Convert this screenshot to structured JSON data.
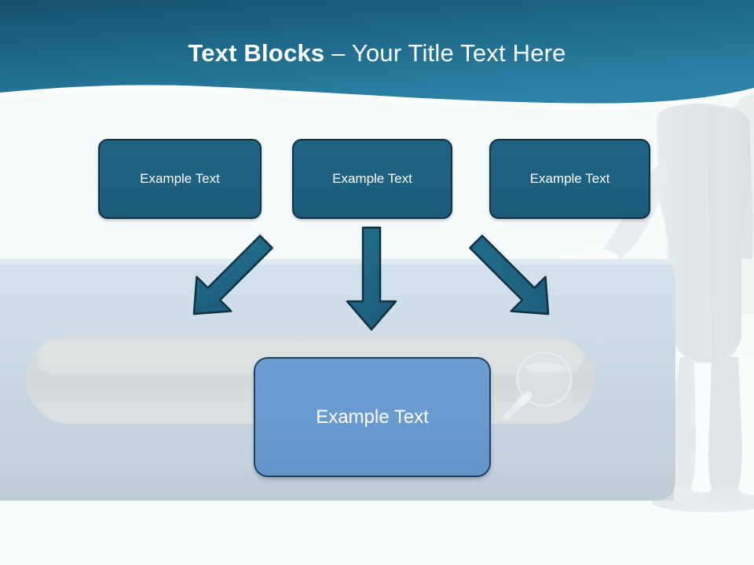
{
  "slide": {
    "title_strong": "Text Blocks",
    "title_separator": " – ",
    "title_light": "Your Title Text Here",
    "title_full": "Text Blocks – Your Title Text Here"
  },
  "top_boxes": [
    {
      "label": "Example Text"
    },
    {
      "label": "Example Text"
    },
    {
      "label": "Example Text"
    }
  ],
  "bottom_box": {
    "label": "Example Text"
  },
  "arrows": [
    {
      "name": "arrow-left-diagonal",
      "direction": "down-right"
    },
    {
      "name": "arrow-middle-straight",
      "direction": "down"
    },
    {
      "name": "arrow-right-diagonal",
      "direction": "down-left"
    }
  ],
  "decor": {
    "figure": "3d-mannequin-figure",
    "magnifier": "magnifying-glass-watermark",
    "pill": "rounded-pill-bar",
    "wave": "header-wave-divider"
  },
  "colors": {
    "header_top": "#1b5e80",
    "header_bottom": "#2b7fa4",
    "page_bg": "#f7fbfb",
    "panel_fill": "#ccdce8",
    "box_fill": "#1d6081",
    "box_border": "#123040",
    "bottom_box_fill": "#6a9bd0",
    "bottom_box_border": "#1f3f63",
    "arrow_fill": "#1e6585",
    "arrow_border": "#123040",
    "title_text": "#ffffff",
    "box_text": "#ffffff"
  }
}
